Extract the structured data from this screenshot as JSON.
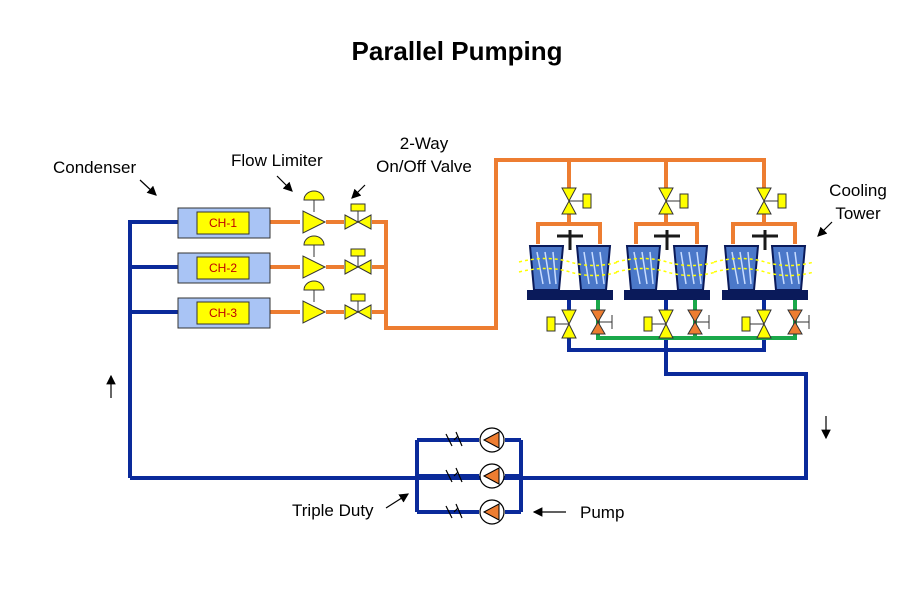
{
  "title": "Parallel Pumping",
  "labels": {
    "condenser": "Condenser",
    "flow_limiter": "Flow Limiter",
    "valve_line1": "2-Way",
    "valve_line2": "On/Off Valve",
    "cooling_line1": "Cooling",
    "cooling_line2": "Tower",
    "triple_duty": "Triple Duty",
    "pump": "Pump"
  },
  "chillers": [
    "CH-1",
    "CH-2",
    "CH-3"
  ],
  "colors": {
    "condenser_water": "#0a2a9a",
    "tower_supply": "#ed7d31",
    "equalizer": "#1aa84a",
    "chiller_shell": "#a9c4f5",
    "chiller_label_bg": "#ffff00",
    "chiller_label_text": "#c00000",
    "valve_yellow": "#ffff00",
    "valve_orange": "#ed7d31"
  }
}
